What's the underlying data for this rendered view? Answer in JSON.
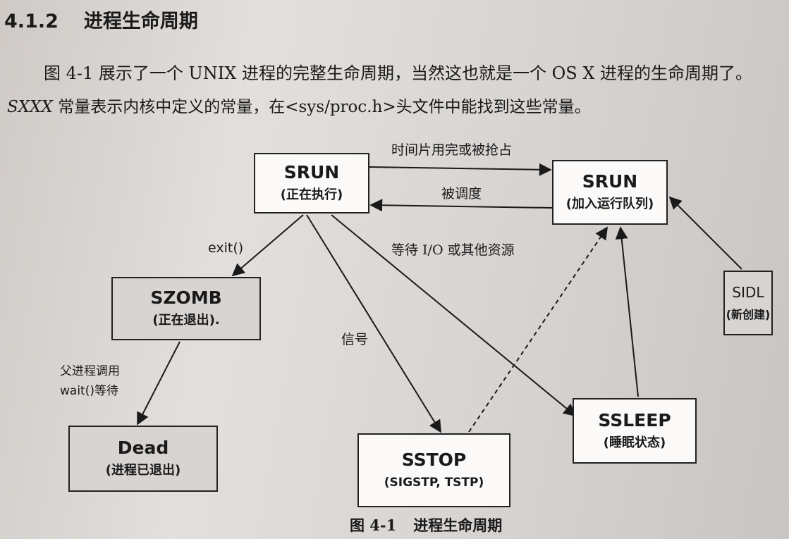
{
  "section": {
    "number": "4.1.2",
    "title": "进程生命周期"
  },
  "paragraph": {
    "line1": "图 4-1 展示了一个 UNIX 进程的完整生命周期，当然这也就是一个 OS X 进程的生命周期了。",
    "line2_italic": "SXXX",
    "line2_rest": " 常量表示内核中定义的常量，在<sys/proc.h>头文件中能找到这些常量。"
  },
  "diagram": {
    "states": {
      "srun_running": {
        "name": "SRUN",
        "desc": "(正在执行)"
      },
      "srun_queued": {
        "name": "SRUN",
        "desc": "(加入运行队列)"
      },
      "szomb": {
        "name": "SZOMB",
        "desc": "(正在退出)."
      },
      "dead": {
        "name": "Dead",
        "desc": "(进程已退出)"
      },
      "sstop": {
        "name": "SSTOP",
        "desc": "(SIGSTP, TSTP)"
      },
      "ssleep": {
        "name": "SSLEEP",
        "desc": "(睡眠状态)"
      },
      "sidl": {
        "name": "SIDL",
        "desc": "(新创建)"
      }
    },
    "transitions": {
      "timeslice": "时间片用完或被抢占",
      "scheduled": "被调度",
      "exit": "exit()",
      "wait_io": "等待 I/O 或其他资源",
      "signal": "信号",
      "parent_wait": "父进程调用 wait()等待"
    }
  },
  "caption": {
    "figure": "图 4-1",
    "title": "进程生命周期"
  }
}
